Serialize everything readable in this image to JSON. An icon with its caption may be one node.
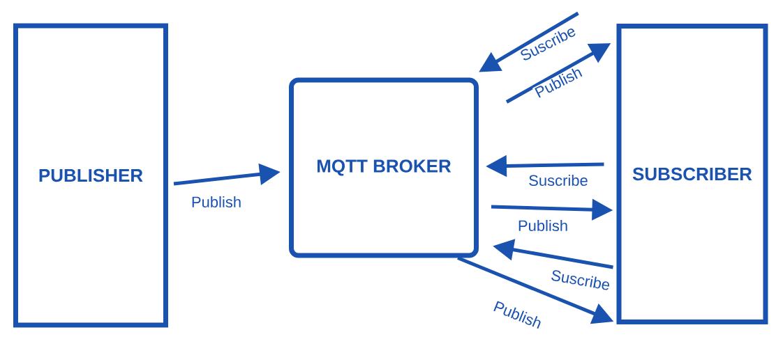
{
  "diagram": {
    "nodes": [
      {
        "text": [
          "PUBLISHER"
        ]
      },
      {
        "text": [
          "MQTT BROKER"
        ]
      },
      {
        "text": [
          "SUBSCRIBER"
        ]
      }
    ],
    "edges": [
      {
        "from": 0,
        "to": 1,
        "arrow": "to",
        "label": "Publish"
      },
      {
        "from": 2,
        "to": 1,
        "arrow": "to",
        "label": "Suscribe"
      },
      {
        "from": 1,
        "to": 2,
        "arrow": "to",
        "label": "Publish"
      },
      {
        "from": 2,
        "to": 1,
        "arrow": "to",
        "label": "Suscribe"
      },
      {
        "from": 1,
        "to": 2,
        "arrow": "to",
        "label": "Publish"
      },
      {
        "from": 2,
        "to": 1,
        "arrow": "to",
        "label": "Suscribe"
      },
      {
        "from": 1,
        "to": 2,
        "arrow": "to",
        "label": "Publish"
      }
    ]
  }
}
